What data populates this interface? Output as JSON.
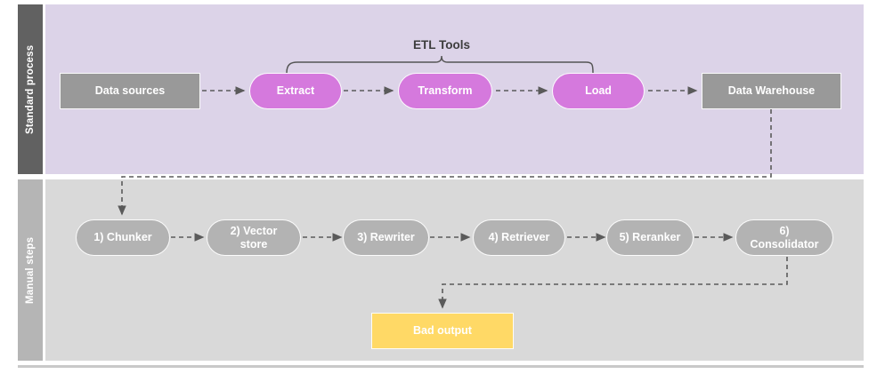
{
  "diagram": {
    "title_label": "ETL Tools",
    "lanes": [
      {
        "id": "standard",
        "label": "Standard process",
        "header_color": "#616161",
        "body_color": "#dcd3e8"
      },
      {
        "id": "manual",
        "label": "Manual steps",
        "header_color": "#b5b5b5",
        "body_color": "#d9d9d9"
      }
    ],
    "standard_process": {
      "nodes": [
        {
          "id": "data-sources",
          "label": "Data sources",
          "shape": "rect",
          "color": "#999999"
        },
        {
          "id": "extract",
          "label": "Extract",
          "shape": "pill",
          "color": "#d579dd"
        },
        {
          "id": "transform",
          "label": "Transform",
          "shape": "pill",
          "color": "#d579dd"
        },
        {
          "id": "load",
          "label": "Load",
          "shape": "pill",
          "color": "#d579dd"
        },
        {
          "id": "data-warehouse",
          "label": "Data Warehouse",
          "shape": "rect",
          "color": "#999999"
        }
      ]
    },
    "manual_steps": {
      "nodes": [
        {
          "id": "chunker",
          "label": "1) Chunker",
          "shape": "pill",
          "color": "#b3b3b3"
        },
        {
          "id": "vector-store",
          "label": "2) Vector store",
          "shape": "pill",
          "color": "#b3b3b3"
        },
        {
          "id": "rewriter",
          "label": "3) Rewriter",
          "shape": "pill",
          "color": "#b3b3b3"
        },
        {
          "id": "retriever",
          "label": "4) Retriever",
          "shape": "pill",
          "color": "#b3b3b3"
        },
        {
          "id": "reranker",
          "label": "5) Reranker",
          "shape": "pill",
          "color": "#b3b3b3"
        },
        {
          "id": "consolidator",
          "label": "6) Consolidator",
          "shape": "pill",
          "color": "#b3b3b3"
        }
      ],
      "output": {
        "id": "bad-output",
        "label": "Bad output",
        "shape": "rect",
        "color": "#ffd966"
      }
    },
    "node_labels": {
      "data_sources": "Data sources",
      "extract": "Extract",
      "transform": "Transform",
      "load": "Load",
      "data_warehouse": "Data Warehouse",
      "chunker": "1) Chunker",
      "vector_store_line1": "2) Vector",
      "vector_store_line2": "store",
      "rewriter": "3) Rewriter",
      "retriever": "4) Retriever",
      "reranker": "5) Reranker",
      "consolidator_line1": "6)",
      "consolidator_line2": "Consolidator",
      "bad_output": "Bad output"
    },
    "colors": {
      "magenta": "#d579dd",
      "gray_node": "#999999",
      "pill_gray": "#b3b3b3",
      "yellow": "#ffd966",
      "lane_purple": "#dcd3e8",
      "lane_gray": "#d9d9d9",
      "connector": "#5a5a5a"
    }
  }
}
